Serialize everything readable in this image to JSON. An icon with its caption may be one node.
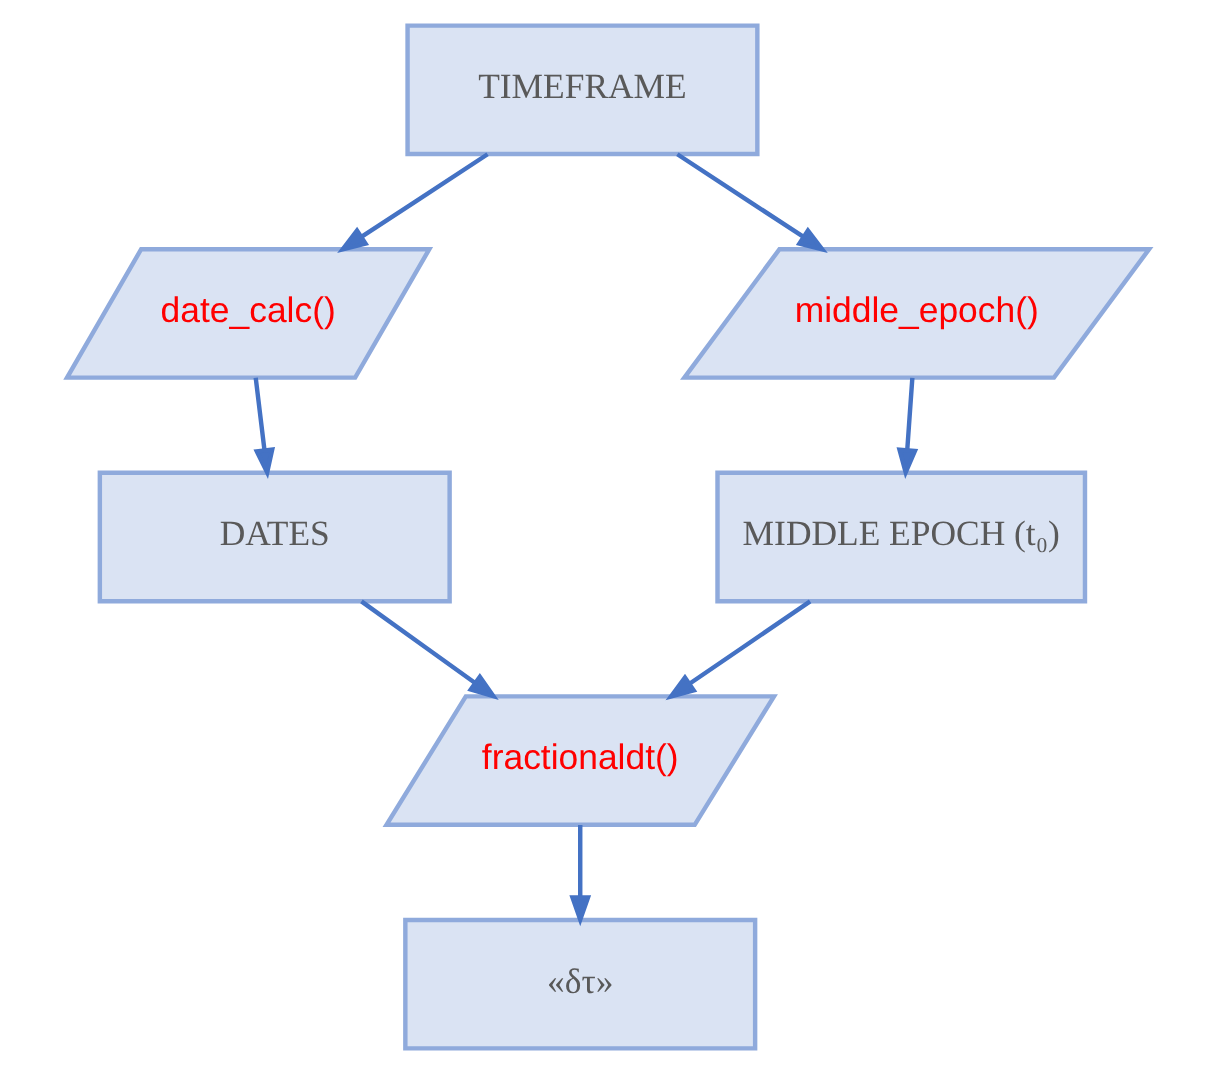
{
  "diagram": {
    "nodes": [
      {
        "text": [
          "TIMEFRAME"
        ]
      },
      {
        "text": [
          "date_calc()"
        ]
      },
      {
        "text": [
          "middle_epoch()"
        ]
      },
      {
        "text": [
          "DATES"
        ]
      },
      {
        "text": [
          "MIDDLE EPOCH (t₀)"
        ]
      },
      {
        "text": [
          "fractionaldt()"
        ]
      },
      {
        "text": [
          "«δτ»"
        ]
      }
    ],
    "edges": [
      {
        "from": 0,
        "to": 1,
        "arrow": "to"
      },
      {
        "from": 0,
        "to": 2,
        "arrow": "to"
      },
      {
        "from": 1,
        "to": 3,
        "arrow": "to"
      },
      {
        "from": 2,
        "to": 4,
        "arrow": "to"
      },
      {
        "from": 3,
        "to": 5,
        "arrow": "to"
      },
      {
        "from": 4,
        "to": 5,
        "arrow": "to"
      },
      {
        "from": 5,
        "to": 6,
        "arrow": "to"
      }
    ]
  }
}
